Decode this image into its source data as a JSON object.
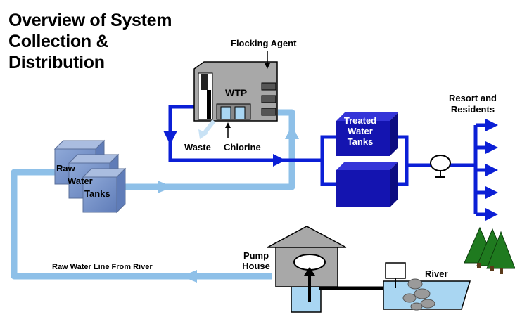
{
  "title": {
    "line1": "Overview of System",
    "line2": "Collection &",
    "line3": "Distribution"
  },
  "labels": {
    "flocking_agent": "Flocking Agent",
    "wtp": "WTP",
    "waste": "Waste",
    "chlorine": "Chlorine",
    "raw": "Raw",
    "water": "Water",
    "tanks": "Tanks",
    "treated_line1": "Treated",
    "treated_line2": "Water",
    "treated_line3": "Tanks",
    "resort_line1": "Resort and",
    "resort_line2": "Residents",
    "pump_line1": "Pump",
    "pump_line2": "House",
    "river": "River",
    "raw_water_line": "Raw Water Line From River"
  },
  "colors": {
    "treated_pipe": "#0b1fd6",
    "raw_pipe": "#8ec0e8",
    "tank_blue": "#1414b0",
    "raw_tank": "#7d97c9",
    "house": "#a8a8a8",
    "water": "#a9d6f2",
    "tree": "#1f7a1f"
  }
}
